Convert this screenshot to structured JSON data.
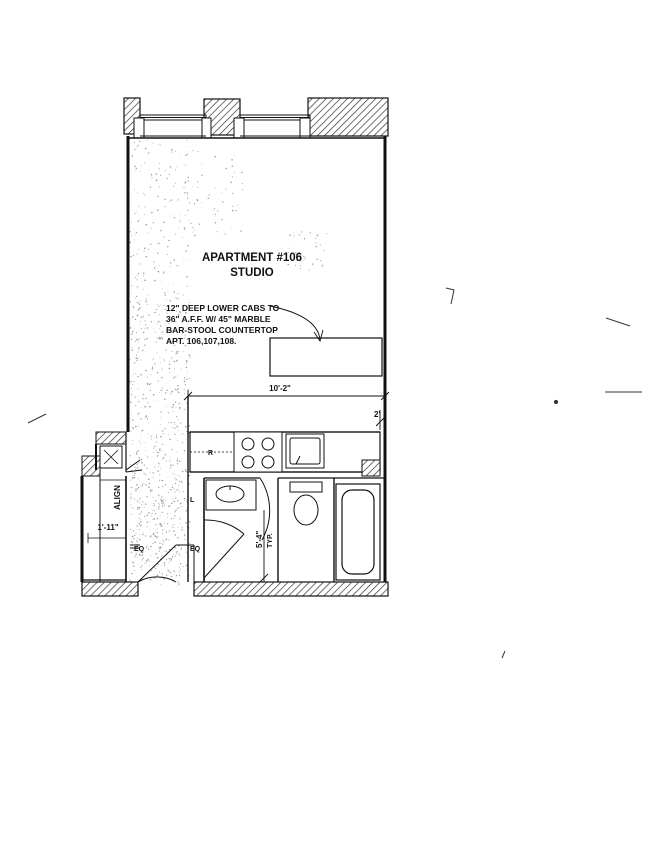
{
  "plan": {
    "title": "APARTMENT  #106",
    "subtitle": "STUDIO",
    "note_lines": [
      "12\" DEEP LOWER CABS TO",
      "36\" A.F.F. W/ 45\" MARBLE",
      "BAR-STOOL COUNTERTOP",
      "APT. 106,107,108."
    ],
    "dimensions": {
      "kitchen_width": "10'-2\"",
      "counter_depth": "2'",
      "bath_depth": "5'-4\"",
      "bath_depth_note": "TYP.",
      "closet_width": "1'-11\""
    },
    "labels": {
      "align": "ALIGN",
      "refrigerator": "R",
      "eq_left": "EQ",
      "eq_right": "EQ",
      "linen": "L"
    },
    "colors": {
      "line": "#111111",
      "hatch": "#333333",
      "stipple": "#9a9a9a",
      "background": "#ffffff"
    }
  }
}
